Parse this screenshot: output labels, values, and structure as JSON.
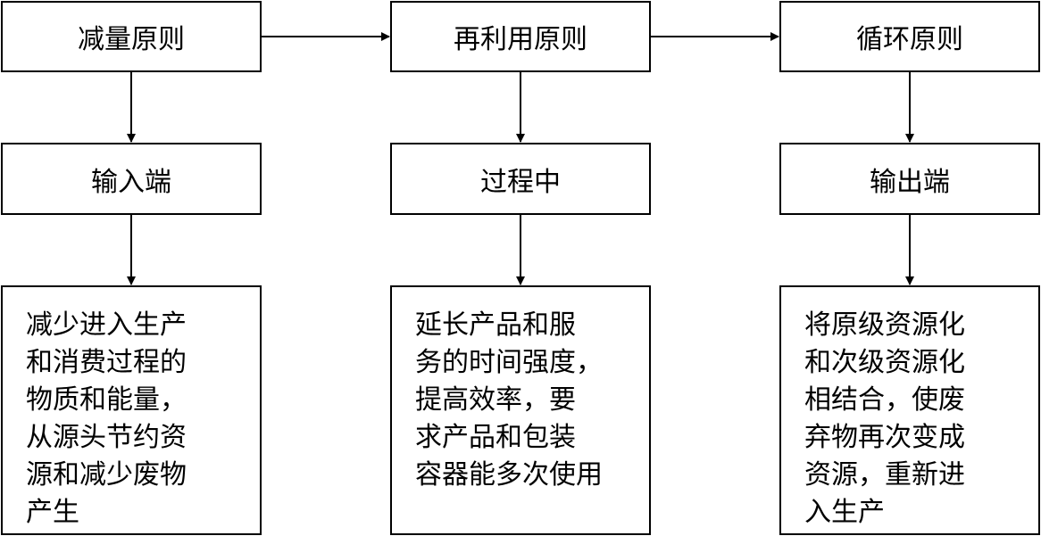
{
  "columns": [
    {
      "principle": "减量原则",
      "stage": "输入端",
      "description": "减少进入生产\n和消费过程的\n物质和能量，\n从源头节约资\n源和减少废物\n产生"
    },
    {
      "principle": "再利用原则",
      "stage": "过程中",
      "description": "延长产品和服\n务的时间强度，\n提高效率，要\n求产品和包装\n容器能多次使用"
    },
    {
      "principle": "循环原则",
      "stage": "输出端",
      "description": "将原级资源化\n和次级资源化\n相结合，使废\n弃物再次变成\n资源，重新进\n入生产"
    }
  ]
}
